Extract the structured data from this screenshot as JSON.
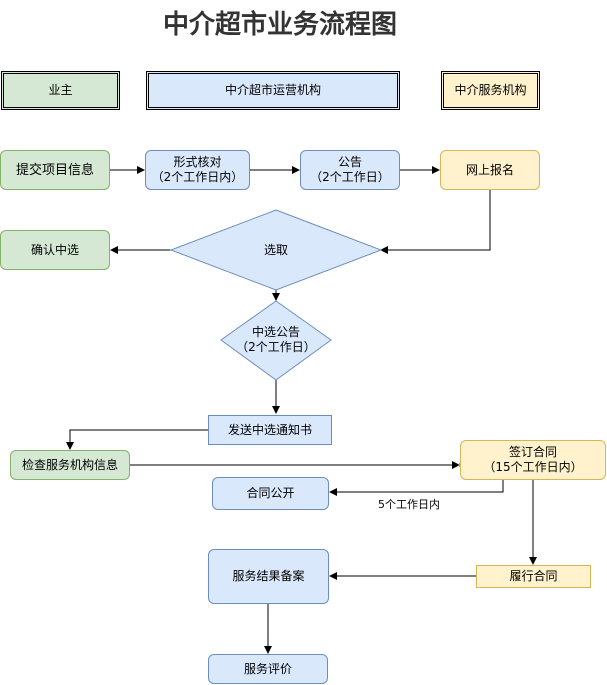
{
  "title": "中介超市业务流程图",
  "lanes": {
    "owner": "业主",
    "operator": "中介超市运营机构",
    "service": "中介服务机构"
  },
  "nodes": {
    "submit": "提交项目信息",
    "formal_check": "形式核对\n（2个工作日内）",
    "announce": "公告\n（2个工作日）",
    "register": "网上报名",
    "select": "选取",
    "confirm": "确认中选",
    "select_announce": "中选公告\n（2个工作日）",
    "send_notice": "发送中选通知书",
    "check_info": "检查服务机构信息",
    "sign_contract": "签订合同\n（15个工作日内）",
    "contract_public": "合同公开",
    "fulfill": "履行合同",
    "record": "服务结果备案",
    "evaluate": "服务评价"
  },
  "edge_labels": {
    "contract_days": "5个工作日内"
  }
}
